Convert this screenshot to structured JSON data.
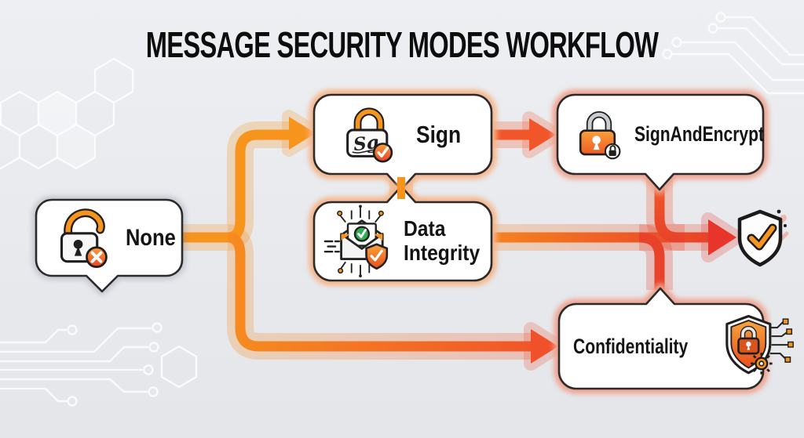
{
  "title": "MESSAGE SECURITY MODES WORKFLOW",
  "diagram": {
    "nodes": [
      {
        "id": "none",
        "label": "None"
      },
      {
        "id": "sign",
        "label": "Sign"
      },
      {
        "id": "sign_and_encrypt",
        "label": "SignAndEncrypt"
      },
      {
        "id": "data_integrity",
        "label": "Data Integrity"
      },
      {
        "id": "confidentiality",
        "label": "Confidentiality"
      }
    ],
    "sign_icon_script": "Sg",
    "edges": [
      {
        "from": "None",
        "to": "Sign"
      },
      {
        "from": "None",
        "to": "Confidentiality"
      },
      {
        "from": "Sign",
        "to": "SignAndEncrypt"
      },
      {
        "from": "Sign",
        "to": "Data Integrity"
      },
      {
        "from": "Data Integrity",
        "to": "shield-check"
      },
      {
        "from": "SignAndEncrypt",
        "to": "shield-check"
      },
      {
        "from": "Confidentiality",
        "to": "shield-check"
      }
    ]
  },
  "colors": {
    "background": "#E8EAEE",
    "arrow_orange": "#F7941E",
    "arrow_red": "#E8432A",
    "halo_peach": "#F7C9A4",
    "node_border": "#2B2B2B",
    "badge_green": "#2FAE55"
  }
}
